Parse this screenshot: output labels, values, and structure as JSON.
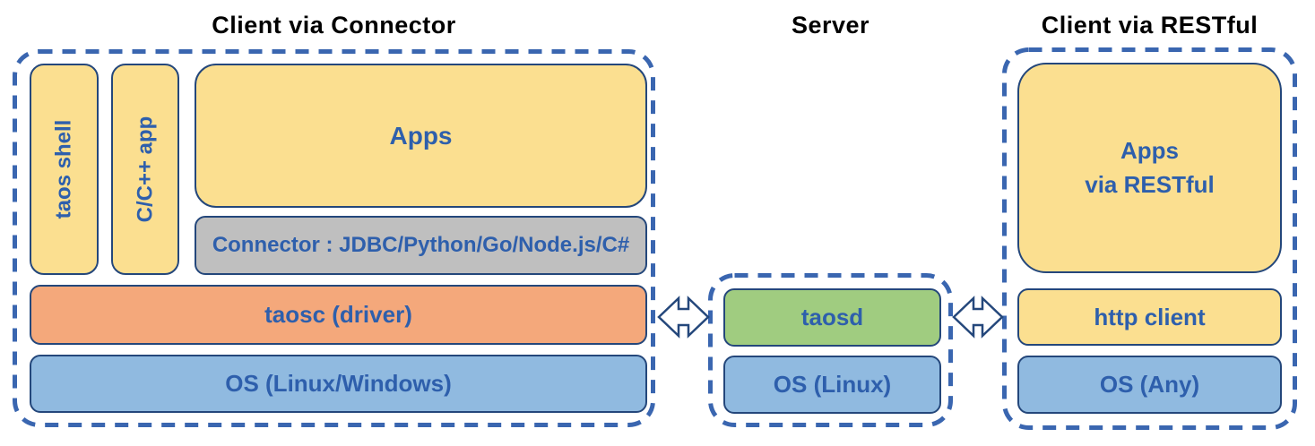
{
  "colors": {
    "yellow": "#FBDF90",
    "orange": "#F4A87B",
    "blue": "#90BAE0",
    "green": "#A0CC80",
    "gray": "#BFBFBF",
    "box_border": "#24477B",
    "dashed_border": "#3A66B0",
    "label_blue": "#2E5FAC",
    "title_black": "#000000"
  },
  "sections": {
    "connector_client": {
      "title": "Client via Connector",
      "boxes": {
        "taos_shell": "taos shell",
        "cpp_app": "C/C++ app",
        "apps": "Apps",
        "connector": "Connector : JDBC/Python/Go/Node.js/C#",
        "taosc": "taosc (driver)",
        "os": "OS (Linux/Windows)"
      }
    },
    "server": {
      "title": "Server",
      "boxes": {
        "taosd": "taosd",
        "os": "OS (Linux)"
      }
    },
    "restful_client": {
      "title": "Client via RESTful",
      "boxes": {
        "apps": "Apps\nvia RESTful",
        "http_client": "http client",
        "os": "OS (Any)"
      }
    }
  }
}
